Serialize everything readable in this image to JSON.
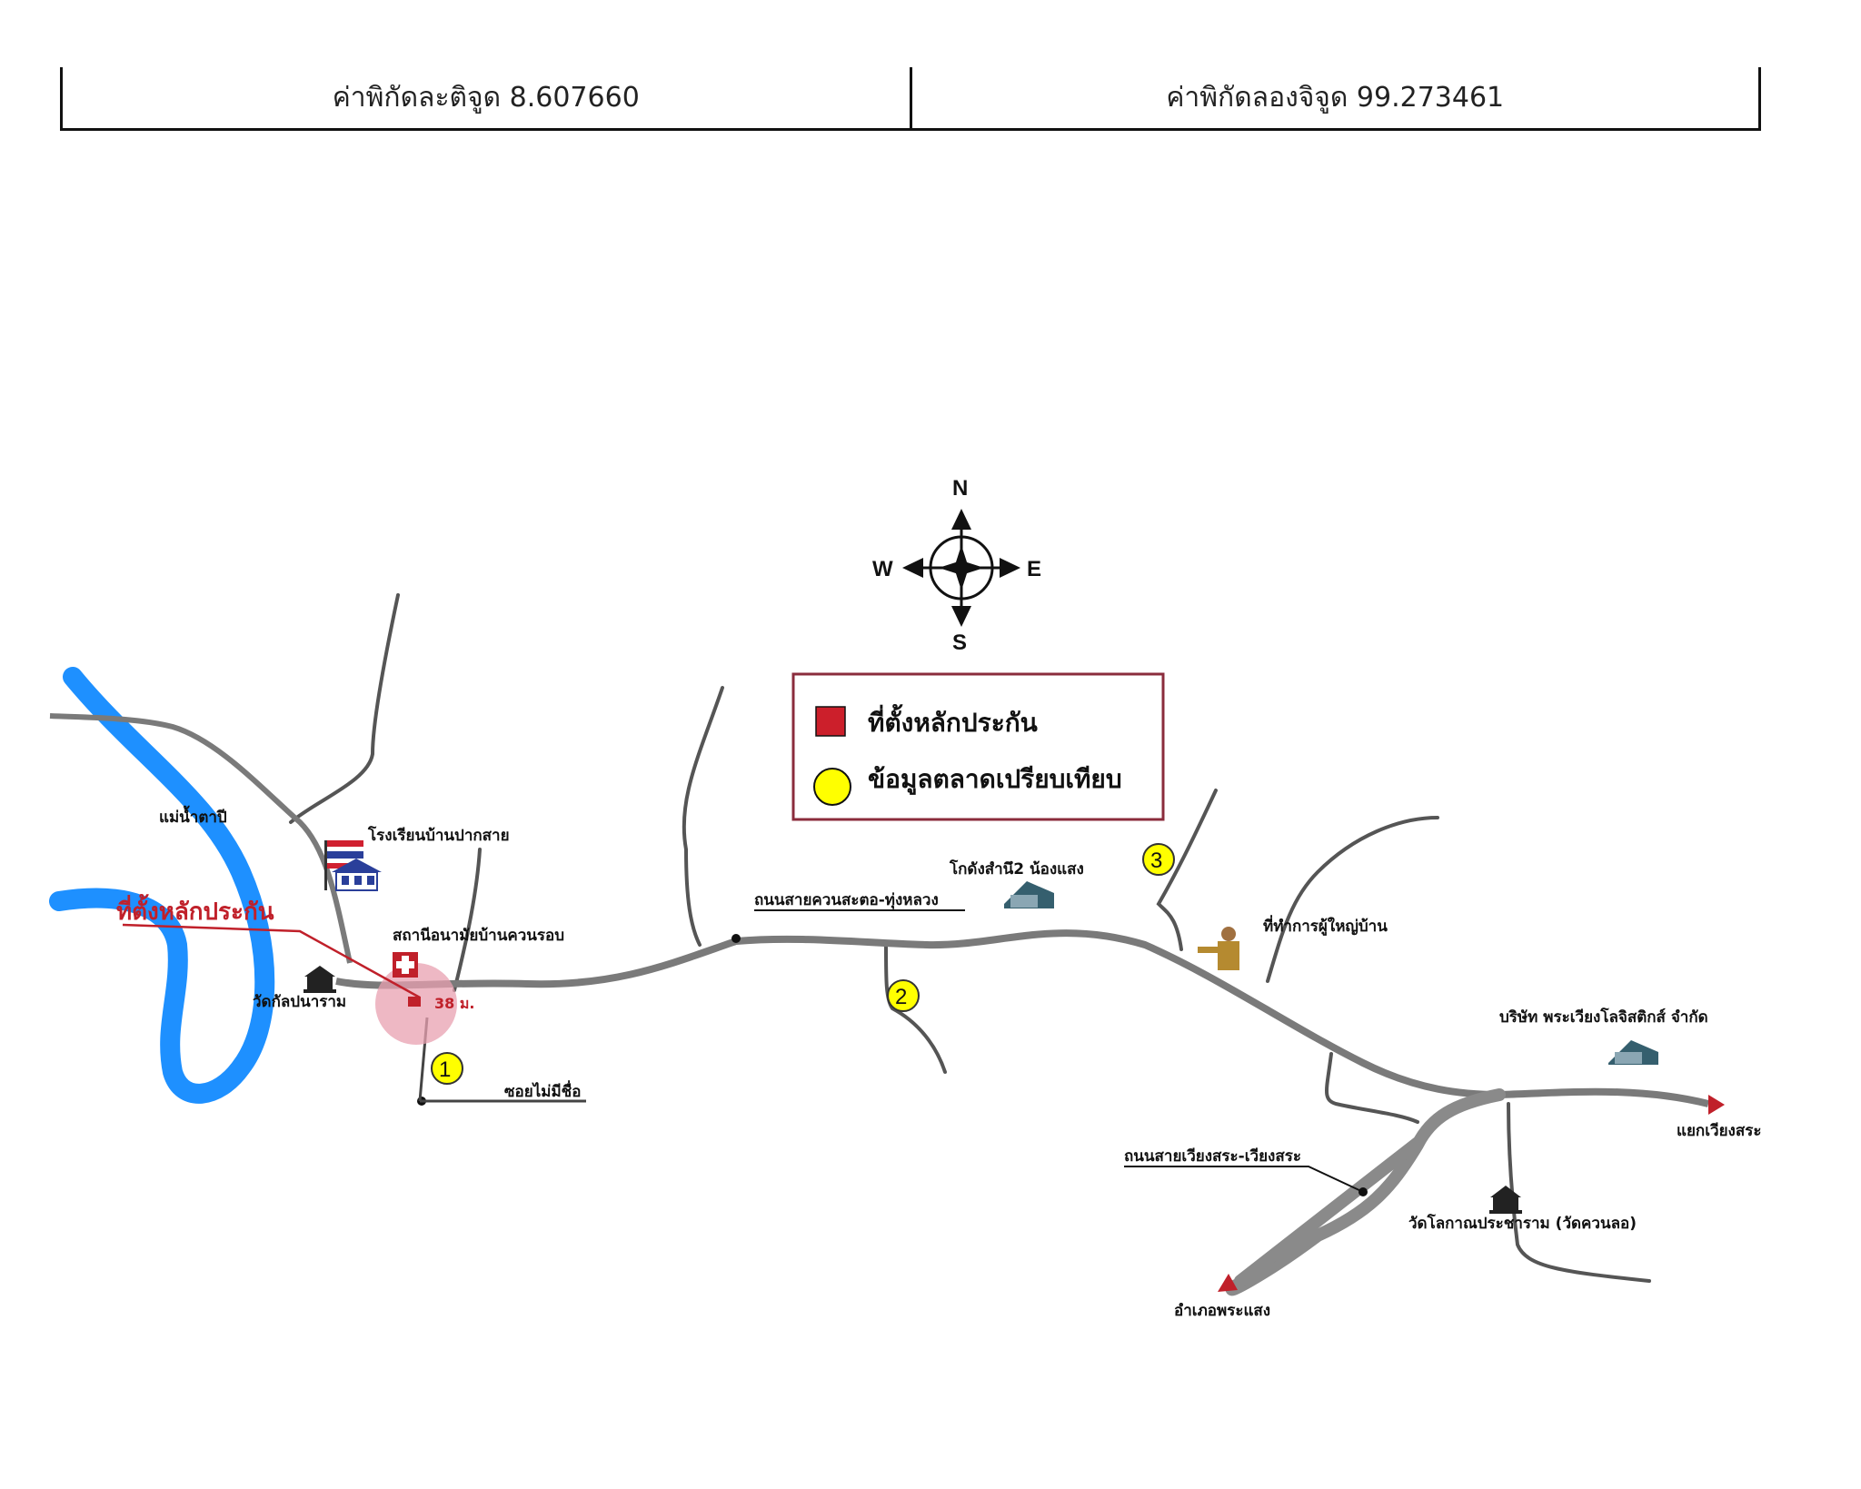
{
  "header": {
    "latitude_text": "ค่าพิกัดละติจูด 8.607660",
    "longitude_text": "ค่าพิกัดลองจิจูด 99.273461"
  },
  "compass": {
    "n": "N",
    "s": "S",
    "e": "E",
    "w": "W"
  },
  "legend": {
    "collateral_label": "ที่ตั้งหลักประกัน",
    "market_label": "ข้อมูลตลาดเปรียบเทียบ",
    "collateral_color": "#cc1f2b",
    "market_color": "#ffff00"
  },
  "labels": {
    "river": "แม่น้ำตาปี",
    "collateral_title": "ที่ตั้งหลักประกัน",
    "school": "โรงเรียนบ้านปากสาย",
    "health_station": "สถานีอนามัยบ้านควนรอบ",
    "temple_left": "วัดกัลปนาราม",
    "distance": "38 ม.",
    "soi": "ซอยไม่มีชื่อ",
    "main_road": "ถนนสายควนสะตอ-ทุ่งหลวง",
    "warehouse": "โกดังสำนึ2 น้องแสง",
    "headman_office": "ที่ทำการผู้ใหญ่บ้าน",
    "company": "บริษัท พระเวียงโลจิสติกส์ จำกัด",
    "intersection": "แยกเวียงสระ",
    "road_viang": "ถนนสายเวียงสระ-เวียงสระ",
    "temple_right": "วัดโลกาณประชาราม (วัดควนลอ)",
    "district": "อำเภอพระแสง"
  },
  "markers": [
    {
      "number": "1"
    },
    {
      "number": "2"
    },
    {
      "number": "3"
    }
  ],
  "colors": {
    "river": "#1e90ff",
    "road": "#7a7a7a",
    "minor_road": "#555555",
    "collateral_line": "#c0202a",
    "buffer": "#e8a0b0"
  }
}
